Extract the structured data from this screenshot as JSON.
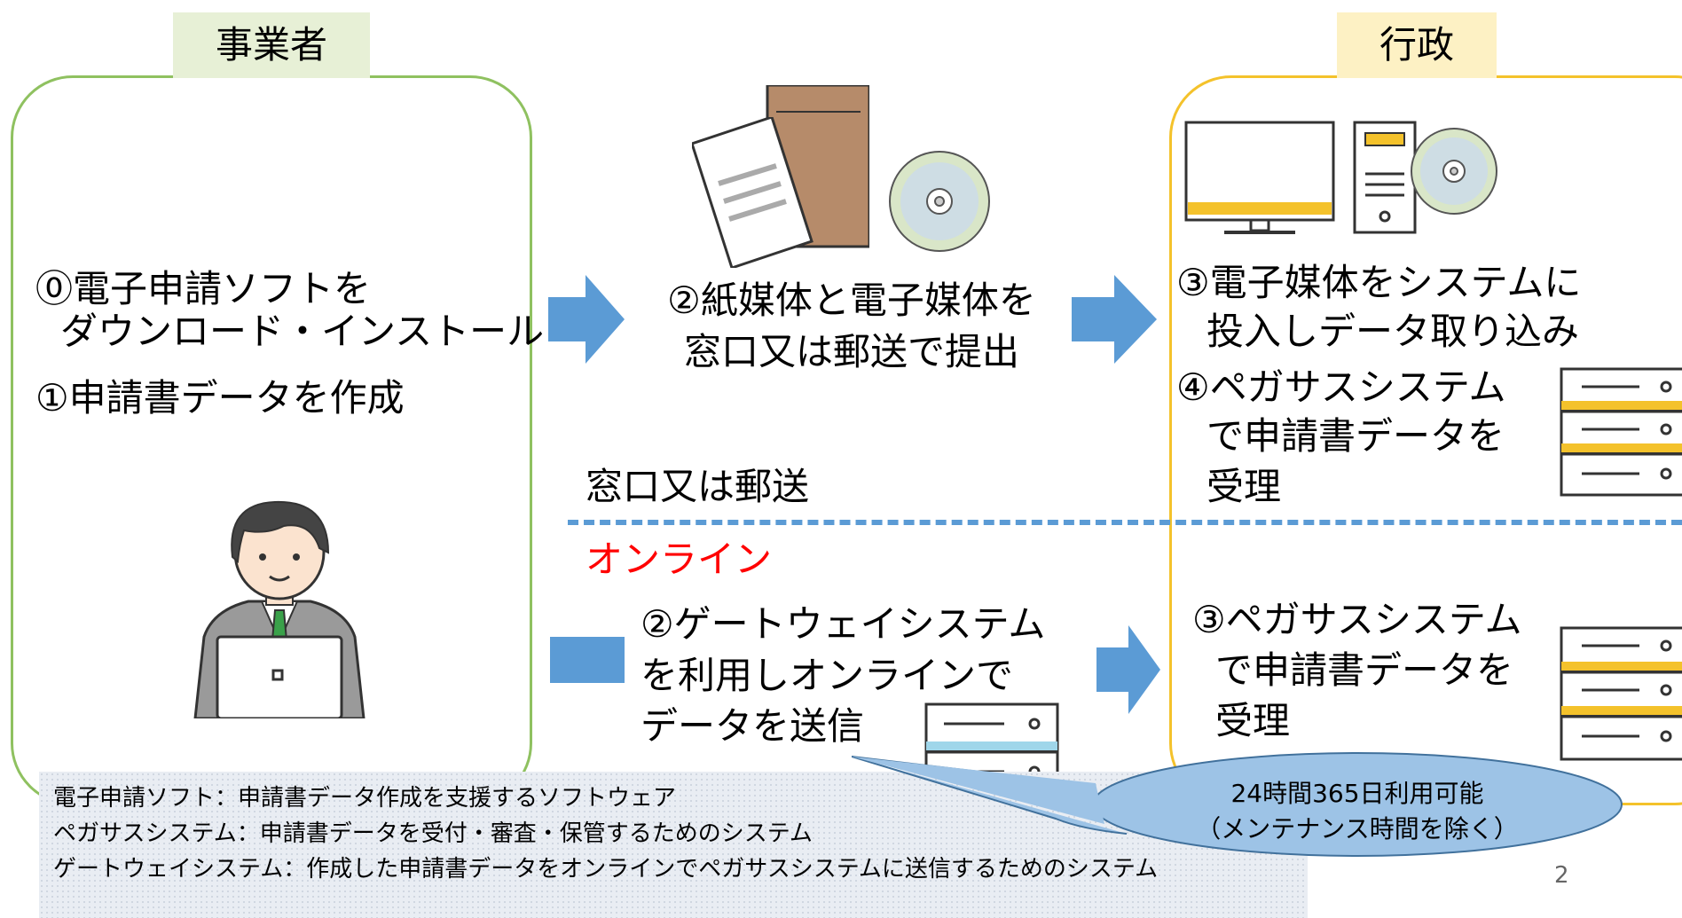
{
  "colors": {
    "business_border": "#8fc160",
    "business_tab_bg": "#e7f0d6",
    "gov_border": "#f4c22b",
    "gov_tab_bg": "#fdf1c4",
    "arrow": "#5b9bd5",
    "divider": "#5b9bd5",
    "online_label": "#ff0000",
    "callout_fill": "#9dc3e6"
  },
  "business": {
    "tab_label": "事業者",
    "step0_line1": "⓪電子申請ソフトを",
    "step0_line2": "ダウンロード・インストール",
    "step1": "①申請書データを作成"
  },
  "government": {
    "tab_label": "行政"
  },
  "paper_route": {
    "step2_line1": "②紙媒体と電子媒体を",
    "step2_line2": "窓口又は郵送で提出",
    "step3_line1": "③電子媒体をシステムに",
    "step3_line2": "投入しデータ取り込み",
    "step4_line1": "④ペガサスシステム",
    "step4_line2": "で申請書データを",
    "step4_line3": "受理",
    "route_label": "窓口又は郵送"
  },
  "online_route": {
    "route_label": "オンライン",
    "step2_line1": "②ゲートウェイシステム",
    "step2_line2": "を利用しオンラインで",
    "step2_line3": "データを送信",
    "step3_line1": "③ペガサスシステム",
    "step3_line2": "で申請書データを",
    "step3_line3": "受理"
  },
  "callout": {
    "line1": "24時間365日利用可能",
    "line2": "（メンテナンス時間を除く）"
  },
  "notes": [
    "電子申請ソフト：申請書データ作成を支援するソフトウェア",
    "ペガサスシステム：申請書データを受付・審査・保管するためのシステム",
    "ゲートウェイシステム：作成した申請書データをオンラインでペガサスシステムに送信するためのシステム"
  ],
  "page_number": "2",
  "icons": [
    "envelope-icon",
    "document-icon",
    "cd-disc-icon",
    "monitor-icon",
    "desktop-tower-icon",
    "server-rack-icon",
    "person-laptop-icon",
    "arrow-right-icon"
  ]
}
